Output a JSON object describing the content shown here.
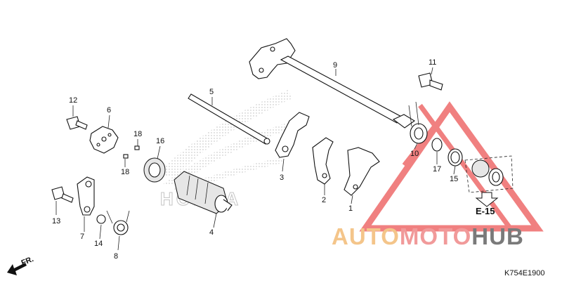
{
  "diagram": {
    "callouts": [
      "1",
      "2",
      "3",
      "4",
      "5",
      "6",
      "7",
      "8",
      "9",
      "10",
      "11",
      "12",
      "13",
      "14",
      "15",
      "16",
      "17",
      "18",
      "18"
    ],
    "reference_label": "E-15",
    "diagram_code": "K754E1900",
    "front_label": "FR."
  },
  "watermark": {
    "part1": "AUTO",
    "part2": "MOTO",
    "part3": "HUB",
    "colors": {
      "auto": "#f4c58a",
      "moto": "#f19a9a",
      "hub": "#7a7a7a",
      "logo": "#ee6b6b"
    }
  },
  "background_logo_text": "HONDA"
}
